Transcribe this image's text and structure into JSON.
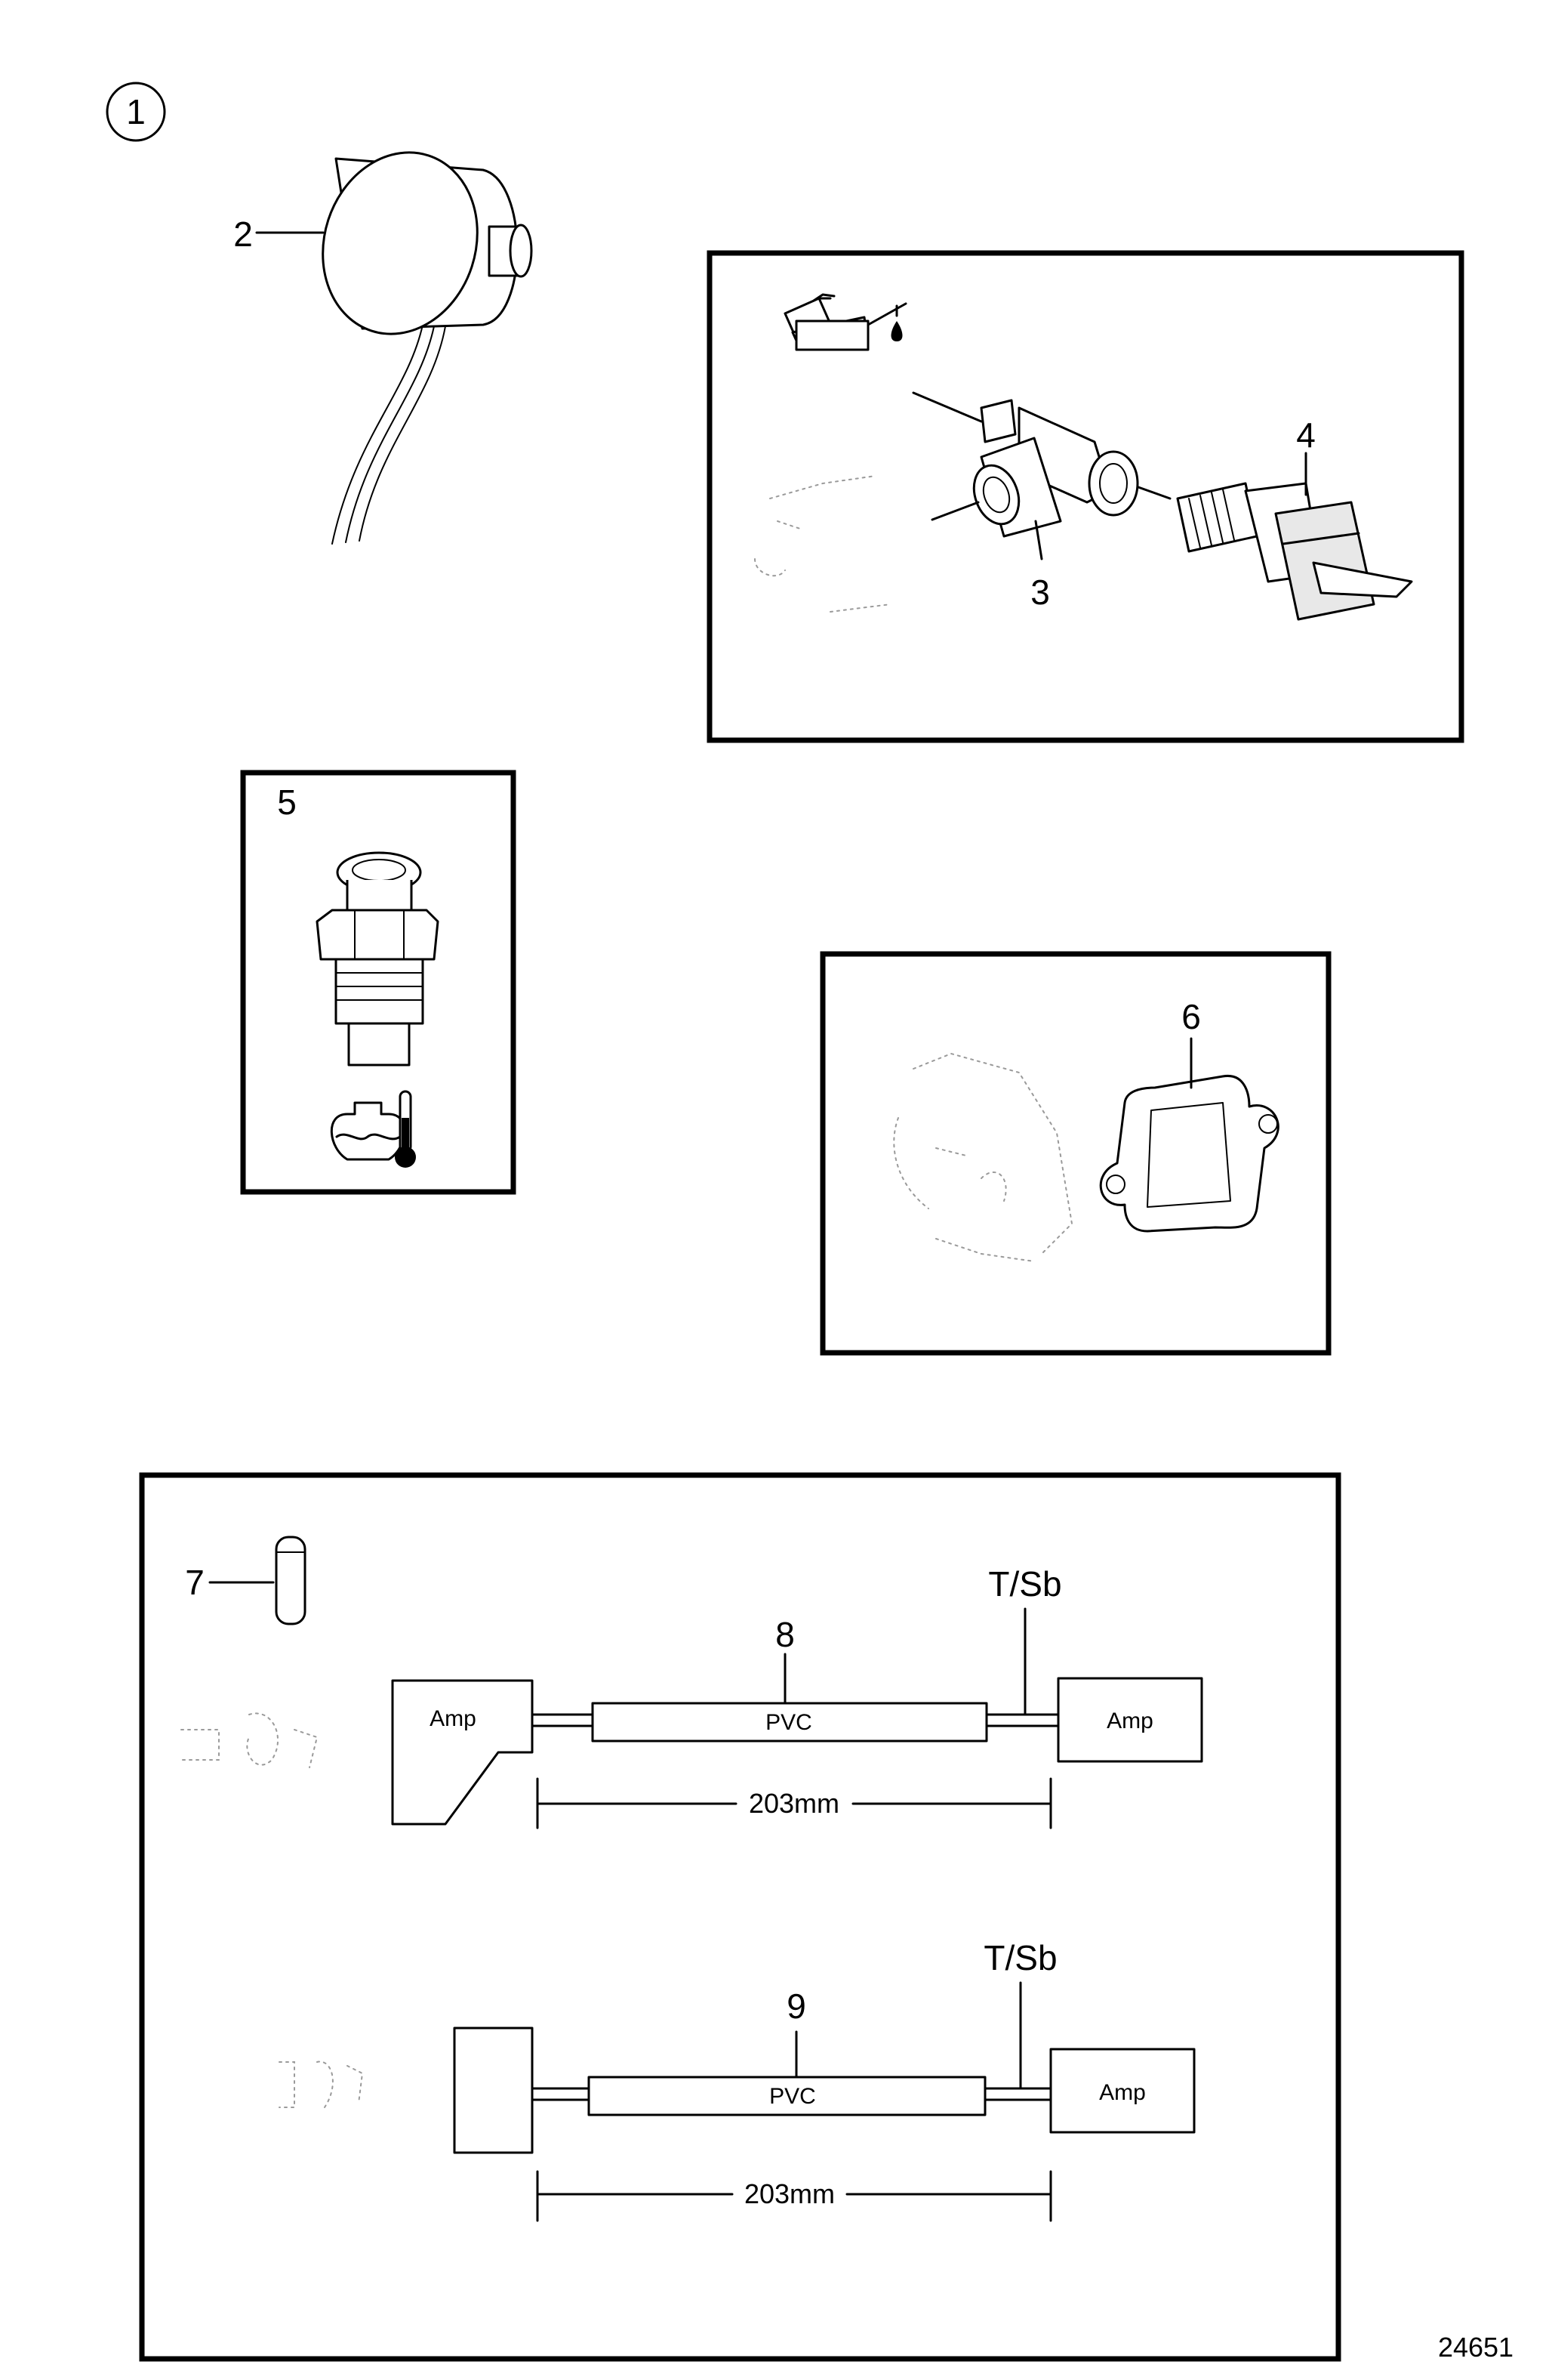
{
  "callouts": {
    "c1": "1",
    "c2": "2",
    "c3": "3",
    "c4": "4",
    "c5": "5",
    "c6": "6",
    "c7": "7",
    "c8": "8",
    "c9": "9"
  },
  "harness_top": {
    "left_connector": "Amp",
    "sleeve": "PVC",
    "right_connector": "Amp",
    "terminal_label": "T/Sb",
    "length": "203mm"
  },
  "harness_bottom": {
    "sleeve": "PVC",
    "right_connector": "Amp",
    "terminal_label": "T/Sb",
    "length": "203mm"
  },
  "drawing_number": "24651",
  "icons": [
    "oil-can-icon",
    "coolant-temperature-icon"
  ]
}
